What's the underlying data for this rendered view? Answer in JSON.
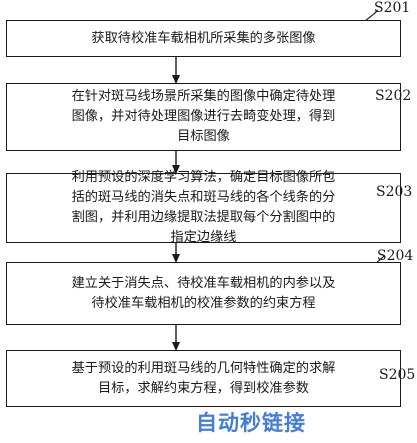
{
  "steps": [
    {
      "id": "S201",
      "label": "S201",
      "lines": [
        "获取待校准车载相机所采集的多张图像"
      ]
    },
    {
      "id": "S202",
      "label": "S202",
      "lines": [
        "在针对斑马线场景所采集的图像中确定待处理",
        "图像，并对待处理图像进行去畸变处理，得到",
        "目标图像"
      ]
    },
    {
      "id": "S203",
      "label": "S203",
      "lines": [
        "利用预设的深度学习算法，确定目标图像所包",
        "括的斑马线的消失点和斑马线的各个线条的分",
        "割图，并利用边缘提取法提取每个分割图中的",
        "指定边缘线"
      ]
    },
    {
      "id": "S204",
      "label": "S204",
      "lines": [
        "建立关于消失点、待校准车载相机的内参以及",
        "待校准车载相机的校准参数的约束方程"
      ]
    },
    {
      "id": "S205",
      "label": "S205",
      "lines": [
        "基于预设的利用斑马线的几何特性确定的求解",
        "目标，求解约束方程，得到校准参数"
      ]
    }
  ],
  "watermark": {
    "text": "自动秒链接"
  }
}
